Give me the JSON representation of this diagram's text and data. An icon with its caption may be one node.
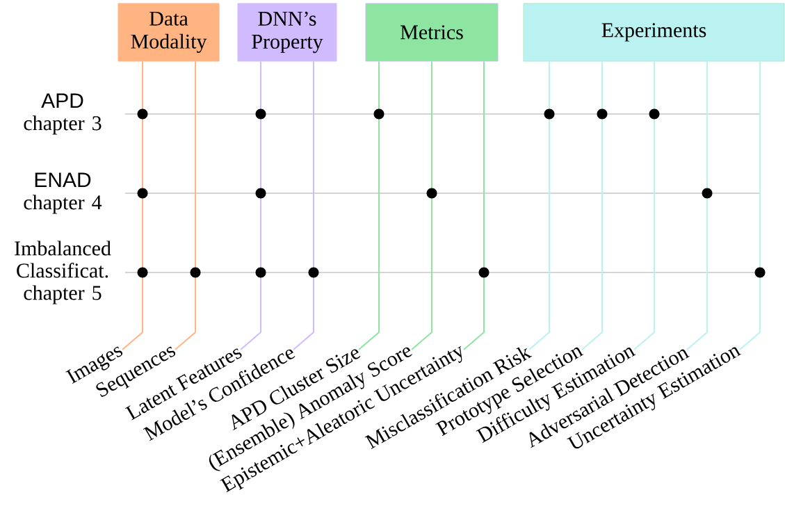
{
  "diagram": {
    "nodes": [
      {
        "text": [
          "Data Modality"
        ]
      },
      {
        "text": [
          "DNN’s Property"
        ]
      },
      {
        "text": [
          "Metrics"
        ]
      },
      {
        "text": [
          "Experiments"
        ]
      },
      {
        "text": [
          "APD",
          "chapter 3"
        ]
      },
      {
        "text": [
          "ENAD",
          "chapter 4"
        ]
      },
      {
        "text": [
          "Imbalanced Classificat.",
          "chapter 5"
        ]
      },
      {
        "text": [
          "Images"
        ]
      },
      {
        "text": [
          "Sequences"
        ]
      },
      {
        "text": [
          "Latent Features"
        ]
      },
      {
        "text": [
          "Model’s Confidence"
        ]
      },
      {
        "text": [
          "APD Cluster Size"
        ]
      },
      {
        "text": [
          "(Ensemble) Anomaly Score"
        ]
      },
      {
        "text": [
          "Epistemic+Aleatoric Uncertainty"
        ]
      },
      {
        "text": [
          "Misclassification Risk"
        ]
      },
      {
        "text": [
          "Prototype Selection"
        ]
      },
      {
        "text": [
          "Difficulty Estimation"
        ]
      },
      {
        "text": [
          "Adversarial Detection"
        ]
      },
      {
        "text": [
          "Uncertainty Estimation"
        ]
      }
    ],
    "edges": [
      {
        "from": 4,
        "to": null,
        "arrow": "none",
        "color": "#aaaaaa"
      },
      {
        "from": 5,
        "to": null,
        "arrow": "none",
        "color": "#aaaaaa"
      },
      {
        "from": 6,
        "to": null,
        "arrow": "none",
        "color": "#aaaaaa"
      },
      {
        "from": 0,
        "to": 7,
        "arrow": "none",
        "color": "#ffb482"
      },
      {
        "from": 0,
        "to": 8,
        "arrow": "none",
        "color": "#ffb482"
      },
      {
        "from": 1,
        "to": 9,
        "arrow": "none",
        "color": "#d0bbff"
      },
      {
        "from": 1,
        "to": 10,
        "arrow": "none",
        "color": "#d0bbff"
      },
      {
        "from": 2,
        "to": 11,
        "arrow": "none",
        "color": "#8de5a1"
      },
      {
        "from": 2,
        "to": 12,
        "arrow": "none",
        "color": "#8de5a1"
      },
      {
        "from": 2,
        "to": 13,
        "arrow": "none",
        "color": "#8de5a1"
      },
      {
        "from": 3,
        "to": 14,
        "arrow": "none",
        "color": "#b9f2f0"
      },
      {
        "from": 3,
        "to": 15,
        "arrow": "none",
        "color": "#b9f2f0"
      },
      {
        "from": 3,
        "to": 16,
        "arrow": "none",
        "color": "#b9f2f0"
      },
      {
        "from": 3,
        "to": 17,
        "arrow": "none",
        "color": "#b9f2f0"
      },
      {
        "from": 3,
        "to": 18,
        "arrow": "none",
        "color": "#b9f2f0"
      }
    ]
  }
}
